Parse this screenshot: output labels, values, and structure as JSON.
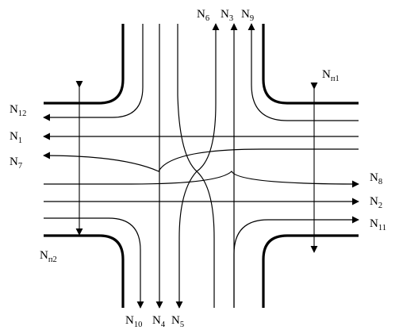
{
  "labels": {
    "N1": {
      "main": "N",
      "sub": "1"
    },
    "N2": {
      "main": "N",
      "sub": "2"
    },
    "N3": {
      "main": "N",
      "sub": "3"
    },
    "N4": {
      "main": "N",
      "sub": "4"
    },
    "N5": {
      "main": "N",
      "sub": "5"
    },
    "N6": {
      "main": "N",
      "sub": "6"
    },
    "N7": {
      "main": "N",
      "sub": "7"
    },
    "N8": {
      "main": "N",
      "sub": "8"
    },
    "N9": {
      "main": "N",
      "sub": "9"
    },
    "N10": {
      "main": "N",
      "sub": "10"
    },
    "N11": {
      "main": "N",
      "sub": "11"
    },
    "N12": {
      "main": "N",
      "sub": "12"
    },
    "Np1": {
      "main": "N",
      "sub": "п1"
    },
    "Np2": {
      "main": "N",
      "sub": "п2"
    }
  }
}
